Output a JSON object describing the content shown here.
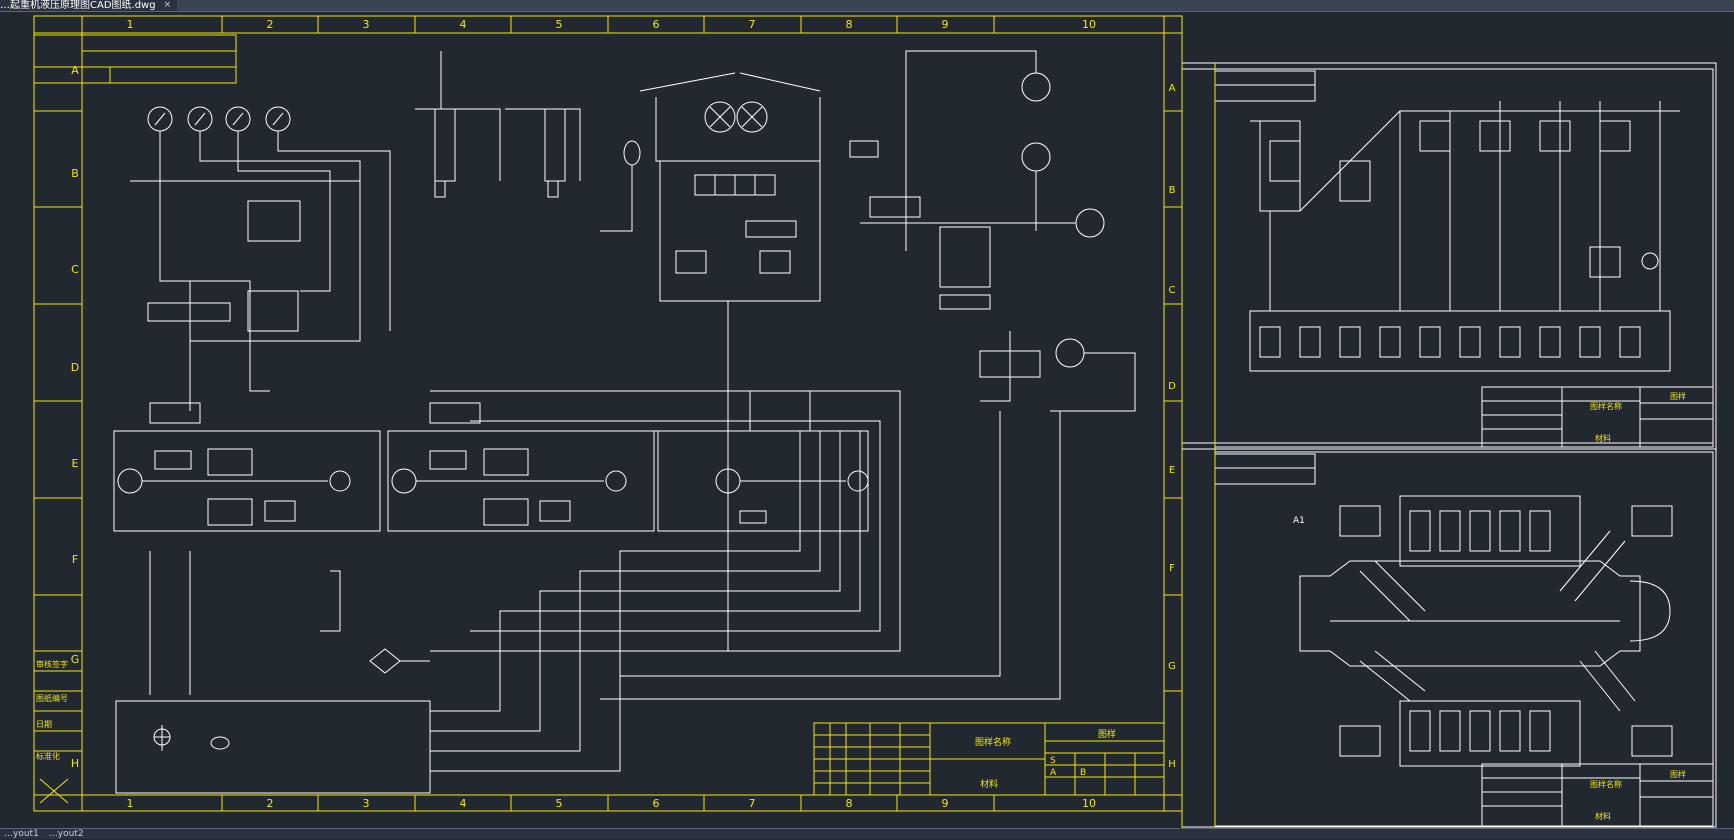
{
  "window": {
    "document_tab": "…起重机液压原理图CAD图纸.dwg",
    "close_glyph": "×"
  },
  "status": {
    "layout_tabs": [
      "…yout1",
      "…yout2"
    ]
  },
  "colors": {
    "background": "#212830",
    "lines": "#ffffff",
    "frame": "#f5e60a",
    "accent": "#ffee00"
  },
  "main_sheet": {
    "columns": [
      "1",
      "2",
      "3",
      "4",
      "5",
      "6",
      "7",
      "8",
      "9",
      "10"
    ],
    "rows": [
      "A",
      "B",
      "C",
      "D",
      "E",
      "F",
      "G",
      "H"
    ],
    "left_strip_labels": [
      "审核签字",
      "图纸编号",
      "日期",
      "标准化"
    ],
    "title_block": {
      "drawing_name": "图样名称",
      "material": "材料",
      "code_label": "图样",
      "marks": [
        "S",
        "A",
        "B"
      ]
    }
  },
  "sheet_top_right": {
    "rows": [
      "A",
      "B",
      "C",
      "D"
    ],
    "title_block": {
      "name": "图样名称",
      "material": "材料",
      "code": "图样"
    }
  },
  "sheet_bottom_right": {
    "rows": [
      "E",
      "F",
      "G",
      "H"
    ],
    "title_block": {
      "name": "图样名称",
      "material": "材料",
      "code": "图样"
    },
    "label_a1": "A1"
  }
}
